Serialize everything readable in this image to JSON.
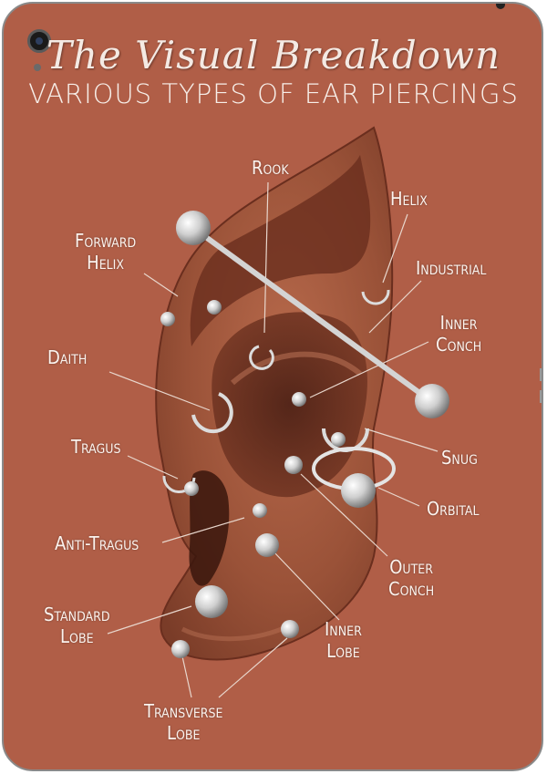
{
  "diagram": {
    "title": "The Visual Breakdown",
    "subtitle": "VARIOUS TYPES OF EAR PIERCINGS",
    "labels": {
      "rook": "Rook",
      "helix": "Helix",
      "forward_helix": "Forward\nHelix",
      "industrial": "Industrial",
      "inner_conch": "Inner\nConch",
      "daith": "Daith",
      "tragus": "Tragus",
      "snug": "Snug",
      "orbital": "Orbital",
      "anti_tragus": "Anti-Tragus",
      "outer_conch": "Outer\nConch",
      "standard_lobe": "Standard\nLobe",
      "inner_lobe": "Inner\nLobe",
      "transverse_lobe": "Transverse\nLobe"
    }
  },
  "colors": {
    "background": "#b05e47",
    "ear_skin": "#a0583e",
    "ear_shadow": "#5a2718",
    "metal": "#d8d8d8",
    "label_text": "#fbf3ee"
  }
}
